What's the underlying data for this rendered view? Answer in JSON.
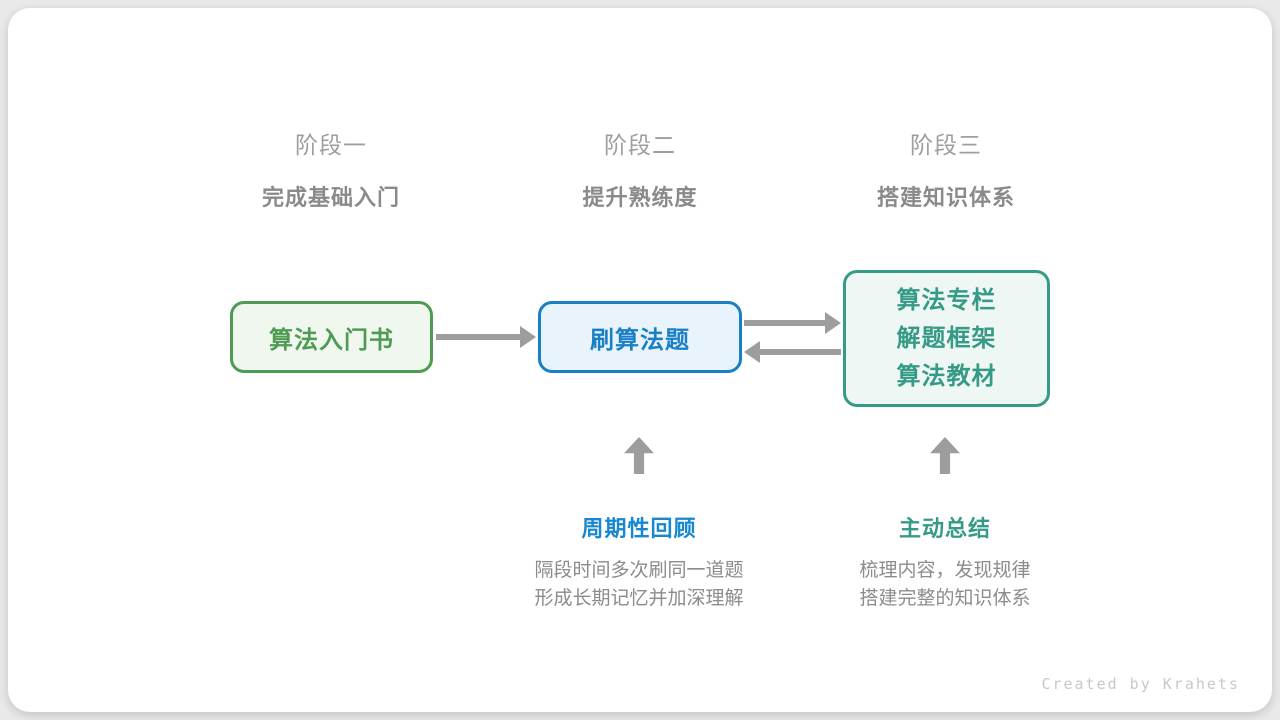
{
  "colors": {
    "page_bg": "#e9e9e9",
    "card_bg": "#ffffff",
    "green": "#4f9b53",
    "green_fill": "#f0f7ee",
    "blue": "#1a80c5",
    "blue_fill": "#e9f3fc",
    "teal": "#359a86",
    "teal_fill": "#eef7f3",
    "anno_blue": "#1787d0",
    "arrow_gray": "#9d9d9d",
    "stage_label_gray": "#9e9e9e",
    "stage_subtitle_gray": "#8a8a8a",
    "desc_gray": "#8c8c8c",
    "credit_gray": "#c8c8c8"
  },
  "stages": [
    {
      "label": "阶段一",
      "subtitle": "完成基础入门"
    },
    {
      "label": "阶段二",
      "subtitle": "提升熟练度"
    },
    {
      "label": "阶段三",
      "subtitle": "搭建知识体系"
    }
  ],
  "nodes": {
    "intro_book": {
      "label": "算法入门书"
    },
    "practice": {
      "label": "刷算法题"
    },
    "resources": {
      "lines": [
        "算法专栏",
        "解题框架",
        "算法教材"
      ]
    }
  },
  "annotations": [
    {
      "title": "周期性回顾",
      "desc": [
        "隔段时间多次刷同一道题",
        "形成长期记忆并加深理解"
      ]
    },
    {
      "title": "主动总结",
      "desc": [
        "梳理内容，发现规律",
        "搭建完整的知识体系"
      ]
    }
  ],
  "footer": {
    "credit": "Created by Krahets"
  }
}
